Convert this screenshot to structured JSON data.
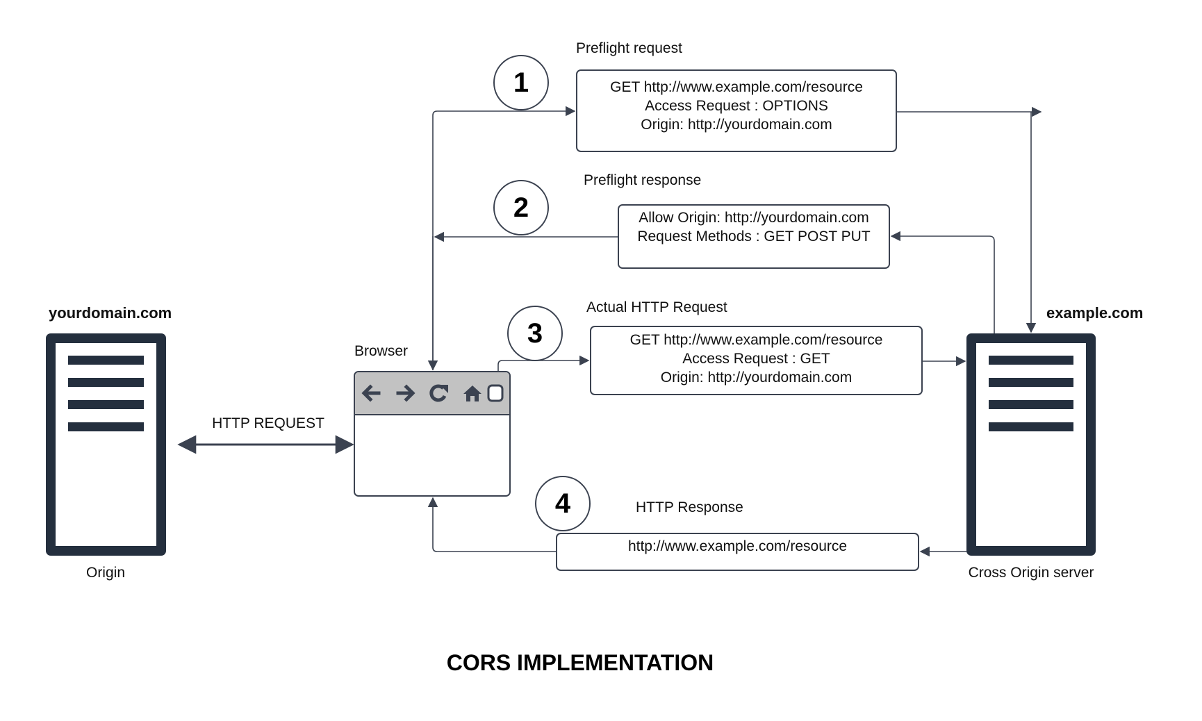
{
  "diagram": {
    "title": "CORS IMPLEMENTATION",
    "origin_server": {
      "domain": "yourdomain.com",
      "label": "Origin"
    },
    "cross_origin_server": {
      "domain": "example.com",
      "label": "Cross Origin server"
    },
    "browser": {
      "label": "Browser",
      "toolbar_icons": [
        "back-arrow-icon",
        "forward-arrow-icon",
        "reload-icon",
        "home-icon",
        "tab-square-icon"
      ]
    },
    "origin_link_label": "HTTP REQUEST",
    "steps": [
      {
        "number": "1",
        "heading": "Preflight request",
        "lines": [
          "GET http://www.example.com/resource",
          "Access Request : OPTIONS",
          "Origin: http://yourdomain.com"
        ]
      },
      {
        "number": "2",
        "heading": "Preflight response",
        "lines": [
          "Allow Origin: http://yourdomain.com",
          "Request Methods : GET POST PUT"
        ]
      },
      {
        "number": "3",
        "heading": "Actual HTTP Request",
        "lines": [
          "GET http://www.example.com/resource",
          "Access Request : GET",
          "Origin: http://yourdomain.com"
        ]
      },
      {
        "number": "4",
        "heading": "HTTP Response",
        "lines": [
          "http://www.example.com/resource"
        ]
      }
    ],
    "colors": {
      "server": "#242f3e",
      "line": "#3b4250",
      "toolbar": "#c2c2c2"
    }
  }
}
